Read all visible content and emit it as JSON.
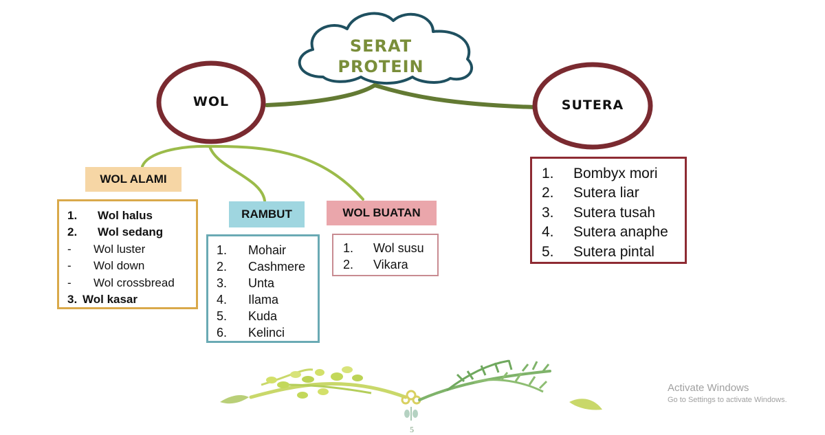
{
  "root": {
    "line1": "SERAT",
    "line2": "PROTEIN"
  },
  "wol": {
    "title": "WOL",
    "alami": {
      "label": "WOL ALAMI",
      "items": [
        {
          "marker": "1.",
          "text": "Wol halus",
          "bold": true
        },
        {
          "marker": "2.",
          "text": "Wol sedang",
          "bold": true
        },
        {
          "marker": "-",
          "text": "Wol luster",
          "bold": false
        },
        {
          "marker": "-",
          "text": "Wol down",
          "bold": false
        },
        {
          "marker": "-",
          "text": "Wol crossbread",
          "bold": false
        },
        {
          "marker": "3.",
          "text": "Wol kasar",
          "bold": true
        }
      ]
    },
    "rambut": {
      "label": "RAMBUT",
      "items": [
        {
          "marker": "1.",
          "text": "Mohair"
        },
        {
          "marker": "2.",
          "text": "Cashmere"
        },
        {
          "marker": "3.",
          "text": "Unta"
        },
        {
          "marker": "4.",
          "text": "Ilama"
        },
        {
          "marker": "5.",
          "text": "Kuda"
        },
        {
          "marker": "6.",
          "text": "Kelinci"
        }
      ]
    },
    "buatan": {
      "label": "WOL BUATAN",
      "items": [
        {
          "marker": "1.",
          "text": "Wol susu"
        },
        {
          "marker": "2.",
          "text": "Vikara"
        }
      ]
    }
  },
  "sutera": {
    "title": "SUTERA",
    "items": [
      {
        "marker": "1.",
        "text": "Bombyx mori"
      },
      {
        "marker": "2.",
        "text": "Sutera liar"
      },
      {
        "marker": "3.",
        "text": "Sutera tusah"
      },
      {
        "marker": "4.",
        "text": "Sutera anaphe"
      },
      {
        "marker": "5.",
        "text": "Sutera pintal"
      }
    ]
  },
  "colors": {
    "cloud_stroke": "#1f5060",
    "cloud_text": "#7a8e3a",
    "circle_stroke": "#7a2a30",
    "connector_dark": "#637a33",
    "connector_light": "#9bbb4a",
    "alami_fill": "#f6d6a5",
    "alami_border": "#d9a94a",
    "rambut_fill": "#9fd6e0",
    "rambut_border": "#6aaab4",
    "buatan_fill": "#eaa6ab",
    "buatan_border": "#c88b91",
    "sutera_border": "#8e2b33"
  },
  "page_number": "5",
  "watermark": {
    "line1": "Activate Windows",
    "line2": "Go to Settings to activate Windows."
  }
}
